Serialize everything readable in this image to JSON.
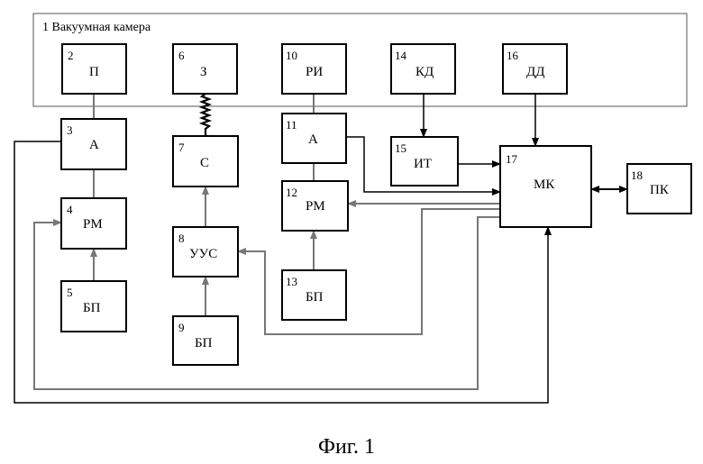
{
  "chamber": {
    "title": "1 Вакуумная камера"
  },
  "blocks": [
    {
      "id": "b2",
      "num": "2",
      "label": "П"
    },
    {
      "id": "b6",
      "num": "6",
      "label": "З"
    },
    {
      "id": "b10",
      "num": "10",
      "label": "РИ"
    },
    {
      "id": "b14",
      "num": "14",
      "label": "КД"
    },
    {
      "id": "b16",
      "num": "16",
      "label": "ДД"
    },
    {
      "id": "b3",
      "num": "3",
      "label": "А"
    },
    {
      "id": "b7",
      "num": "7",
      "label": "С"
    },
    {
      "id": "b11",
      "num": "11",
      "label": "А"
    },
    {
      "id": "b15",
      "num": "15",
      "label": "ИТ"
    },
    {
      "id": "b17",
      "num": "17",
      "label": "МК"
    },
    {
      "id": "b18",
      "num": "18",
      "label": "ПК"
    },
    {
      "id": "b4",
      "num": "4",
      "label": "РМ"
    },
    {
      "id": "b12",
      "num": "12",
      "label": "РМ"
    },
    {
      "id": "b8",
      "num": "8",
      "label": "УУС"
    },
    {
      "id": "b5",
      "num": "5",
      "label": "БП"
    },
    {
      "id": "b13",
      "num": "13",
      "label": "БП"
    },
    {
      "id": "b9",
      "num": "9",
      "label": "БП"
    }
  ],
  "caption": "Фиг. 1",
  "colors": {
    "line": "#000000",
    "grey_line": "#777777",
    "chamber_border": "#555555"
  }
}
